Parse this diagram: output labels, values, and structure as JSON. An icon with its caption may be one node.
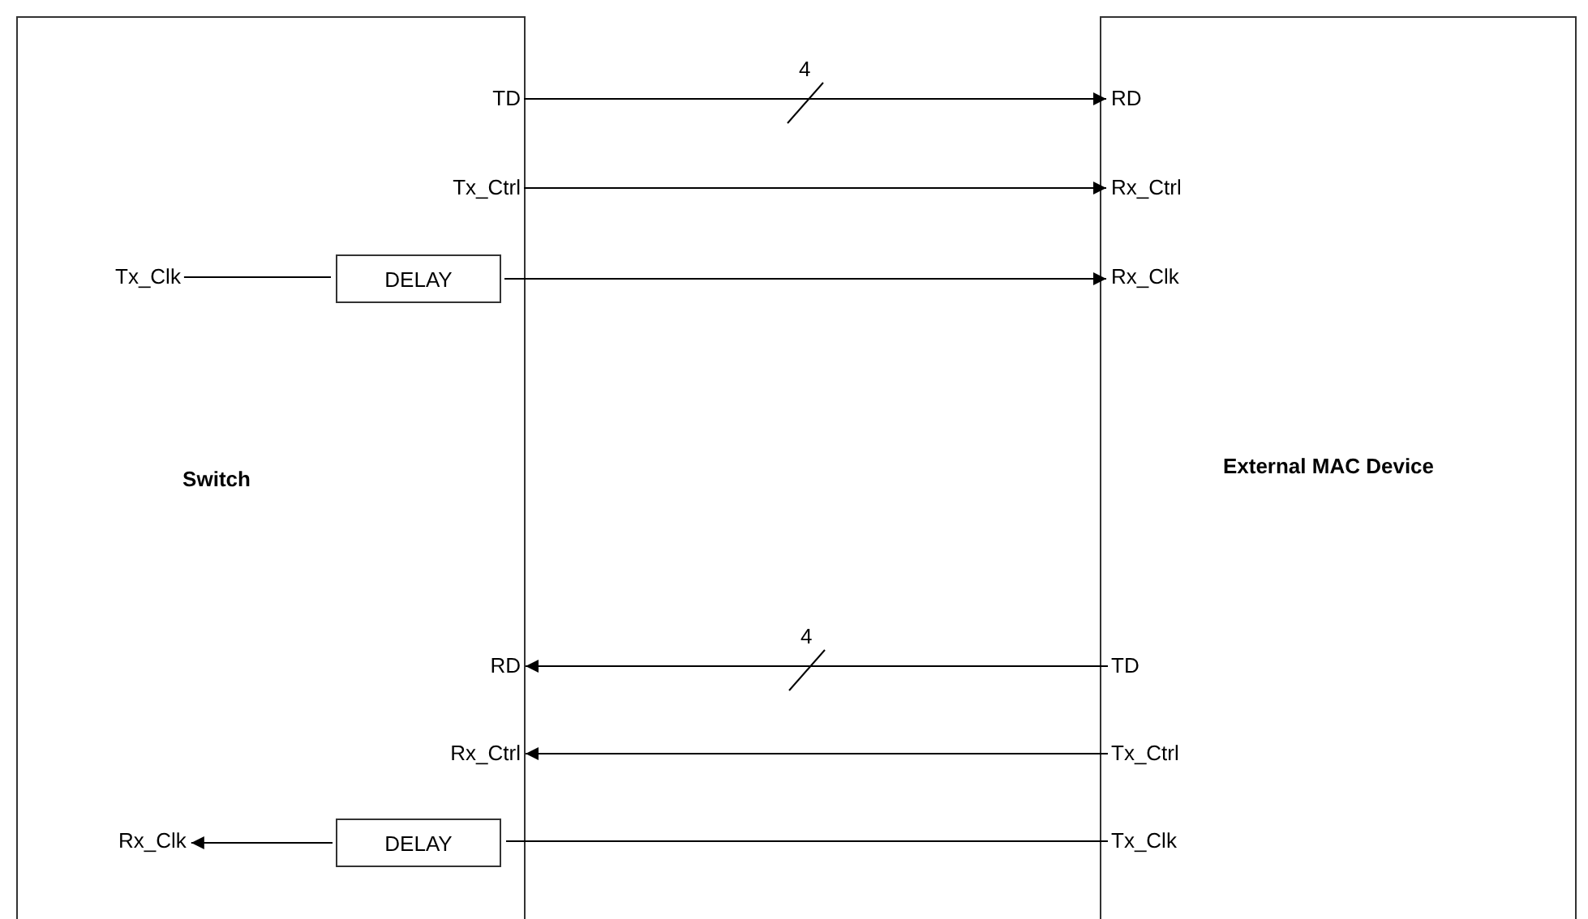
{
  "diagram": {
    "nodes": [
      {
        "text": [
          "Switch"
        ]
      },
      {
        "text": [
          "TD"
        ],
        "in": 0
      },
      {
        "text": [
          "Tx_Ctrl"
        ],
        "in": 0
      },
      {
        "text": [
          "Tx_Clk"
        ],
        "in": 0
      },
      {
        "text": [
          "DELAY"
        ],
        "in": 0
      },
      {
        "text": [
          "RD"
        ],
        "in": 0
      },
      {
        "text": [
          "Rx_Ctrl"
        ],
        "in": 0
      },
      {
        "text": [
          "Rx_Clk"
        ],
        "in": 0
      },
      {
        "text": [
          "DELAY"
        ],
        "in": 0
      },
      {
        "text": [
          "External MAC Device"
        ]
      },
      {
        "text": [
          "RD"
        ],
        "in": 9
      },
      {
        "text": [
          "Rx_Ctrl"
        ],
        "in": 9
      },
      {
        "text": [
          "Rx_Clk"
        ],
        "in": 9
      },
      {
        "text": [
          "TD"
        ],
        "in": 9
      },
      {
        "text": [
          "Tx_Ctrl"
        ],
        "in": 9
      },
      {
        "text": [
          "Tx_Clk"
        ],
        "in": 9
      }
    ],
    "edges": [
      {
        "from": 1,
        "to": 10,
        "arrow": "to",
        "label": "4"
      },
      {
        "from": 2,
        "to": 11,
        "arrow": "to"
      },
      {
        "from": 3,
        "to": 4,
        "arrow": "none"
      },
      {
        "from": 4,
        "to": 12,
        "arrow": "to"
      },
      {
        "from": 13,
        "to": 5,
        "arrow": "to",
        "label": "4"
      },
      {
        "from": 14,
        "to": 6,
        "arrow": "to"
      },
      {
        "from": 15,
        "to": 8,
        "arrow": "none"
      },
      {
        "from": 8,
        "to": 7,
        "arrow": "to"
      }
    ]
  }
}
